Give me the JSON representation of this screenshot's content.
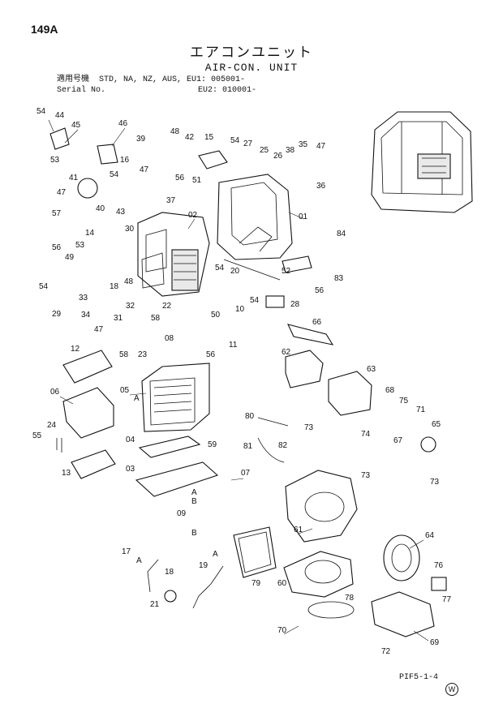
{
  "header": {
    "page_number": "149A",
    "title_jp": "エアコンユニット",
    "title_en": "AIR-CON. UNIT"
  },
  "serial_info": {
    "applicable_label": "適用号機",
    "serial_label": "Serial No.",
    "models": "STD, NA, NZ, AUS, EU1: 005001-",
    "eu2": "EU2: 010001-"
  },
  "footer": {
    "figure_code": "PIF5-1-4",
    "mark": "W"
  },
  "callouts": [
    "01",
    "02",
    "03",
    "04",
    "05",
    "06",
    "07",
    "08",
    "09",
    "10",
    "11",
    "12",
    "13",
    "14",
    "15",
    "16",
    "17",
    "18",
    "19",
    "20",
    "21",
    "22",
    "23",
    "24",
    "25",
    "26",
    "27",
    "28",
    "29",
    "30",
    "31",
    "32",
    "33",
    "34",
    "35",
    "36",
    "37",
    "38",
    "39",
    "40",
    "41",
    "42",
    "43",
    "44",
    "45",
    "46",
    "47",
    "48",
    "49",
    "50",
    "51",
    "52",
    "53",
    "54",
    "55",
    "56",
    "57",
    "58",
    "59",
    "60",
    "61",
    "62",
    "63",
    "64",
    "65",
    "66",
    "67",
    "68",
    "69",
    "70",
    "71",
    "72",
    "73",
    "74",
    "75",
    "76",
    "77",
    "78",
    "79",
    "80",
    "81",
    "82",
    "83",
    "84",
    "A",
    "B"
  ]
}
